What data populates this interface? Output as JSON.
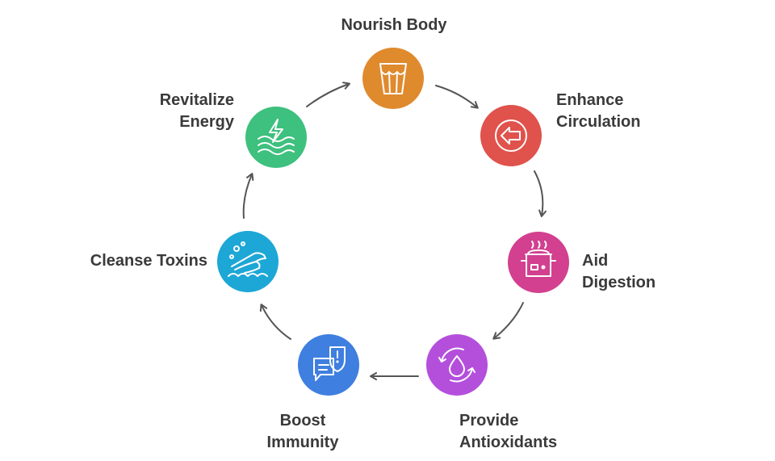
{
  "steps": [
    {
      "id": "nourish",
      "label_lines": [
        "Nourish Body"
      ],
      "color": "#e08a2e",
      "icon": "glass-icon"
    },
    {
      "id": "circulation",
      "label_lines": [
        "Enhance",
        "Circulation"
      ],
      "color": "#e0524c",
      "icon": "arrow-left-circle-icon"
    },
    {
      "id": "digestion",
      "label_lines": [
        "Aid",
        "Digestion"
      ],
      "color": "#d2408f",
      "icon": "cooking-pot-icon"
    },
    {
      "id": "antioxidants",
      "label_lines": [
        "Provide",
        "Antioxidants"
      ],
      "color": "#b44fdc",
      "icon": "droplet-cycle-icon"
    },
    {
      "id": "immunity",
      "label_lines": [
        "Boost",
        "Immunity"
      ],
      "color": "#3f7fe0",
      "icon": "shield-chat-icon"
    },
    {
      "id": "cleanse",
      "label_lines": [
        "Cleanse Toxins"
      ],
      "color": "#1da7d6",
      "icon": "washing-hand-icon"
    },
    {
      "id": "energy",
      "label_lines": [
        "Revitalize",
        "Energy"
      ],
      "color": "#3ec07e",
      "icon": "energy-waves-icon"
    }
  ],
  "arrow_color": "#555555"
}
